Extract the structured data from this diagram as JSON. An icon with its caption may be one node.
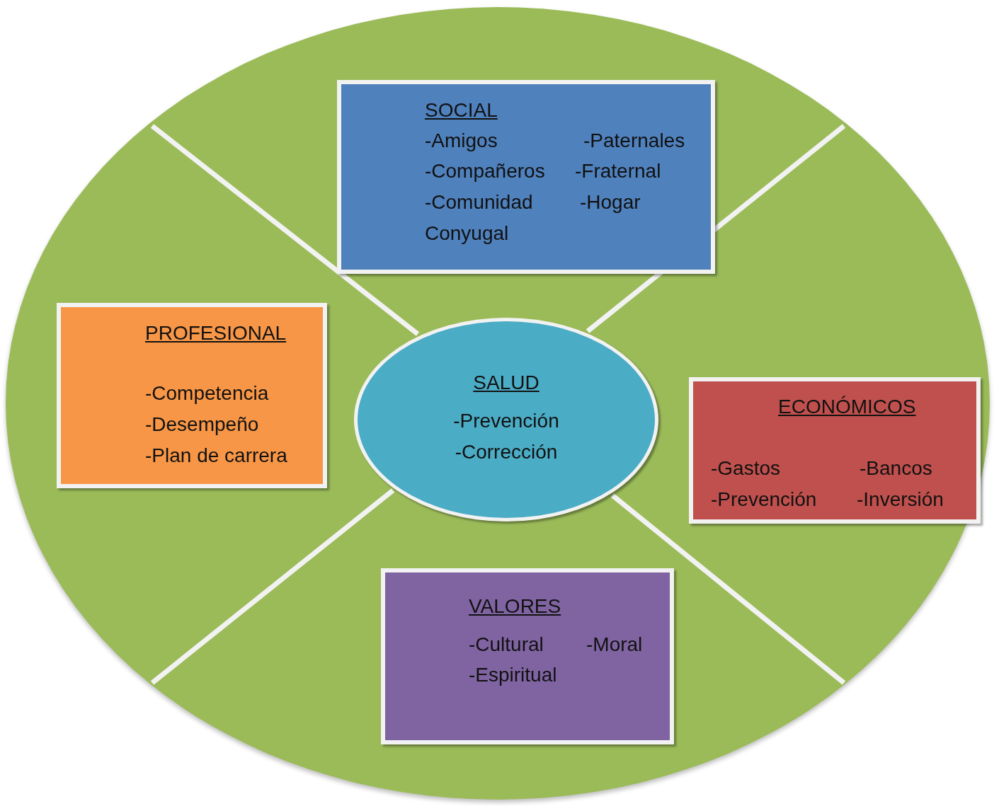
{
  "diagram": {
    "nodes": [
      {
        "text": [],
        "shape": "ellipse"
      },
      {
        "text": [
          "SOCIAL",
          "-Amigos",
          "-Paternales",
          "-Compañeros",
          "-Fraternal",
          "-Comunidad",
          "-Hogar",
          "Conyugal"
        ],
        "in": 0
      },
      {
        "text": [
          "PROFESIONAL",
          "-Competencia",
          "-Desempeño",
          "-Plan de carrera"
        ],
        "in": 0
      },
      {
        "text": [
          "SALUD",
          "-Prevención",
          "-Corrección"
        ],
        "in": 0
      },
      {
        "text": [
          "ECONÓMICOS",
          "-Gastos",
          "-Bancos",
          "-Prevención",
          "-Inversión"
        ],
        "in": 0
      },
      {
        "text": [
          "VALORES",
          "-Cultural",
          "-Moral",
          "-Espiritual"
        ],
        "in": 0
      }
    ],
    "edges": []
  }
}
